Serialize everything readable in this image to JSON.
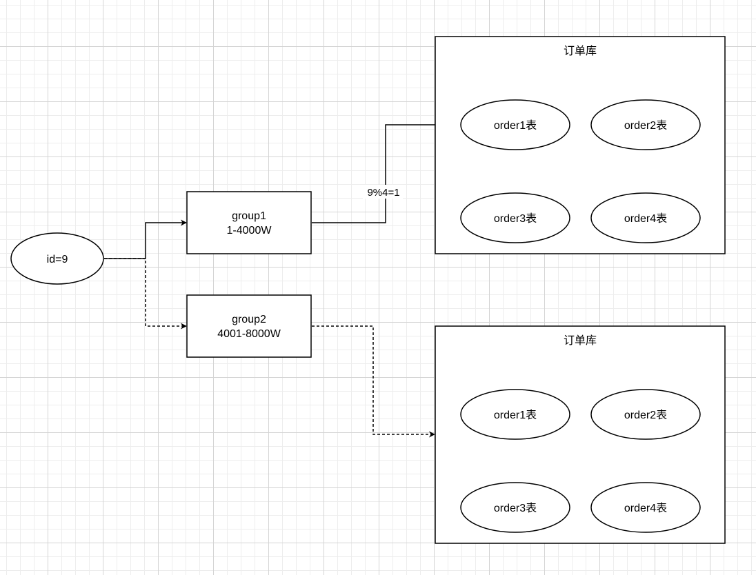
{
  "source_node": {
    "label": "id=9"
  },
  "groups": [
    {
      "name": "group1",
      "range": "1-4000W"
    },
    {
      "name": "group2",
      "range": "4001-8000W"
    }
  ],
  "route_label": "9%4=1",
  "databases": [
    {
      "title": "订单库",
      "tables": [
        "order1表",
        "order2表",
        "order3表",
        "order4表"
      ]
    },
    {
      "title": "订单库",
      "tables": [
        "order1表",
        "order2表",
        "order3表",
        "order4表"
      ]
    }
  ],
  "colors": {
    "stroke": "#000000",
    "fill": "#ffffff",
    "grid": "#d4d4d4"
  }
}
